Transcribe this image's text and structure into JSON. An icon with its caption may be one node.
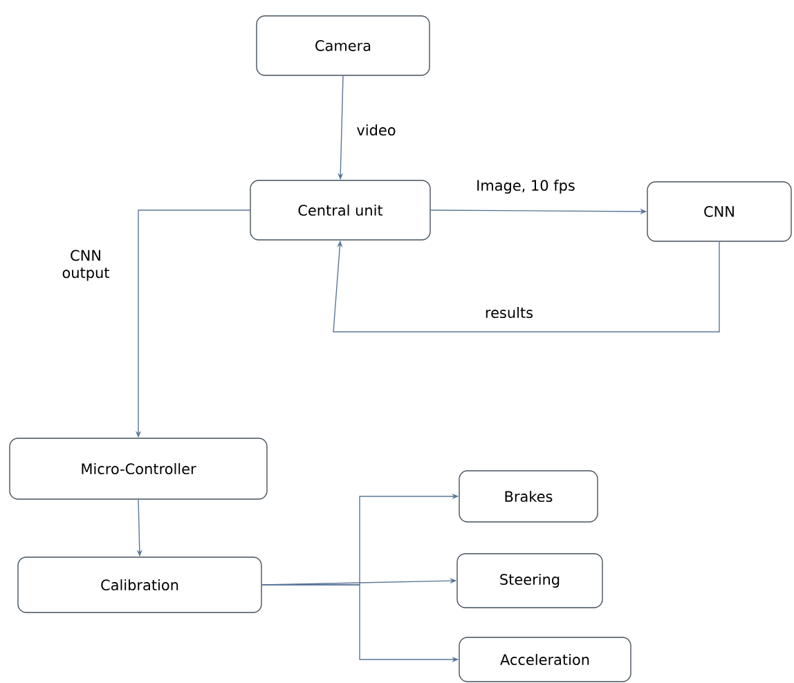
{
  "diagram": {
    "nodes": [
      {
        "text": [
          "Camera"
        ]
      },
      {
        "text": [
          "Central unit"
        ]
      },
      {
        "text": [
          "CNN"
        ]
      },
      {
        "text": [
          "Micro-Controller"
        ]
      },
      {
        "text": [
          "Calibration"
        ]
      },
      {
        "text": [
          "Brakes"
        ]
      },
      {
        "text": [
          "Steering"
        ]
      },
      {
        "text": [
          "Acceleration"
        ]
      }
    ],
    "edges": [
      {
        "from": 0,
        "to": 1,
        "arrow": "to",
        "label": "video"
      },
      {
        "from": 1,
        "to": 2,
        "arrow": "to",
        "label": "Image, 10 fps"
      },
      {
        "from": 2,
        "to": 1,
        "arrow": "to",
        "label": "results"
      },
      {
        "from": 1,
        "to": 3,
        "arrow": "to",
        "label": "CNN output"
      },
      {
        "from": 3,
        "to": 4,
        "arrow": "to"
      },
      {
        "from": 4,
        "to": 5,
        "arrow": "to"
      },
      {
        "from": 4,
        "to": 6,
        "arrow": "to"
      },
      {
        "from": 4,
        "to": 7,
        "arrow": "to"
      }
    ]
  }
}
